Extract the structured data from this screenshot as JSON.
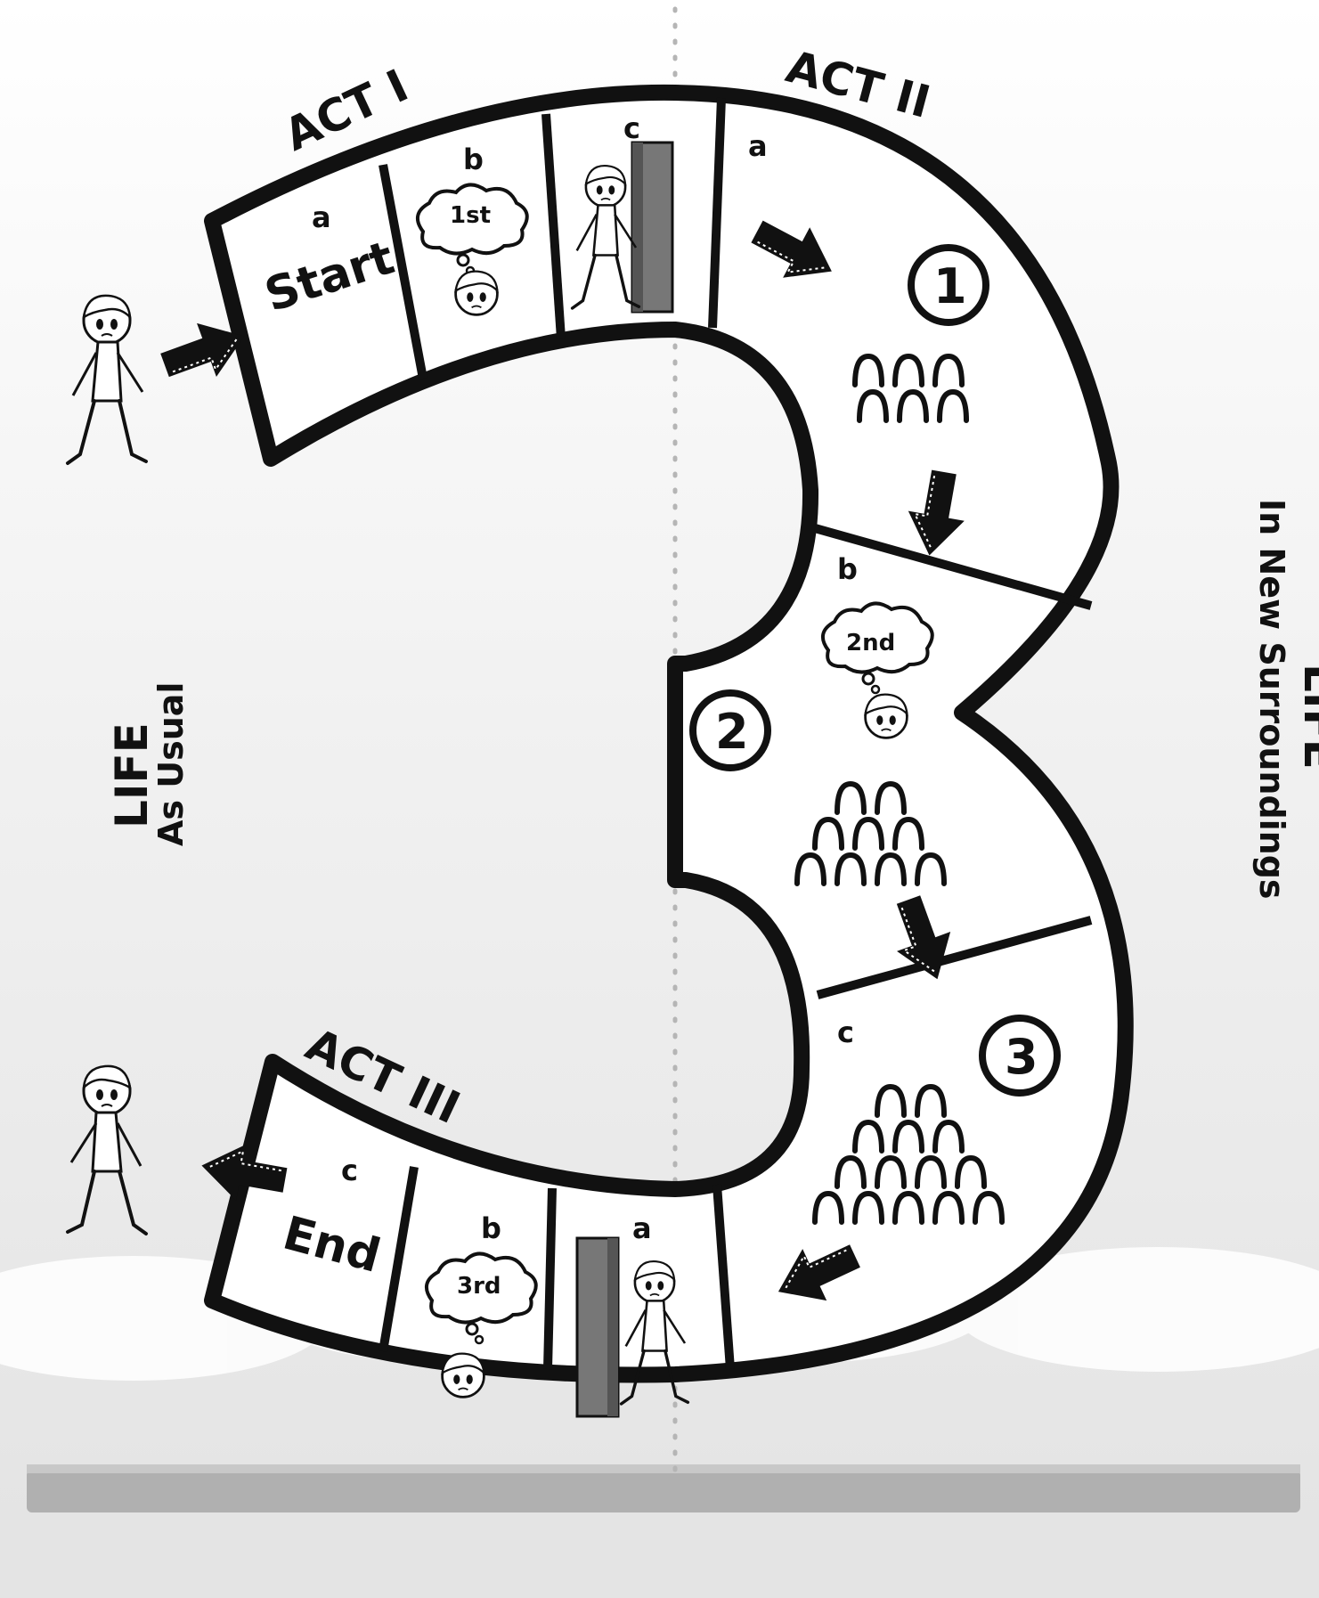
{
  "acts": {
    "act1": "ACT I",
    "act2": "ACT II",
    "act3": "ACT III"
  },
  "act1": {
    "a_letter": "a",
    "a_text": "Start",
    "b_letter": "b",
    "b_bubble": "1st",
    "c_letter": "c"
  },
  "act2": {
    "a_letter": "a",
    "b_letter": "b",
    "c_letter": "c",
    "step1": "1",
    "step2": "2",
    "step3": "3",
    "b_bubble": "2nd"
  },
  "act3": {
    "a_letter": "a",
    "b_letter": "b",
    "b_bubble": "3rd",
    "c_letter": "c",
    "c_text": "End"
  },
  "left_side": {
    "line1": "LIFE",
    "line2": "As Usual"
  },
  "right_side": {
    "line1": "LIFE",
    "line2": "In New Surroundings"
  },
  "colors": {
    "outline": "#111111",
    "track_fill": "#ffffff",
    "background_top": "#ffffff",
    "background_mid": "#ececec",
    "divider": "#b5b5b5",
    "ground": "#b0b0b0"
  },
  "icons": [
    "walking-person-icon",
    "thought-bubble-icon",
    "door-icon",
    "arrow-icon",
    "hurdle-icon"
  ]
}
